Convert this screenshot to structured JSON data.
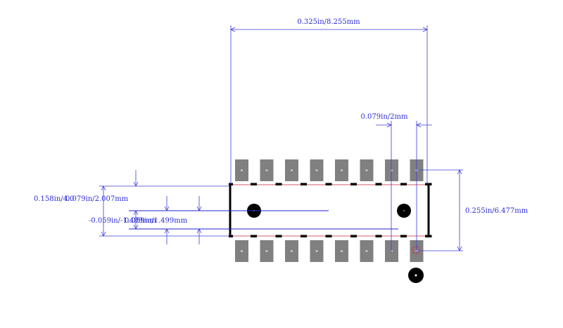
{
  "dimensions": {
    "overall_width": "0.325in/8.255mm",
    "pitch": "0.079in/2mm",
    "row_span": "0.255in/6.477mm",
    "body_height_overlap": "0.158in/4.0",
    "body_height_overlap_2": "0.079in/2.007mm",
    "offset_overlap": "-0.059in/-1.499mm",
    "offset_overlap_2": "0.059in/1.499mm"
  },
  "pads": {
    "count_per_row": 8,
    "color": "#808080"
  },
  "colors": {
    "dimension": "#3b3bd8",
    "outline": "#000000",
    "keepout": "#cc3344",
    "pad": "#808080",
    "marker": "#000000"
  }
}
